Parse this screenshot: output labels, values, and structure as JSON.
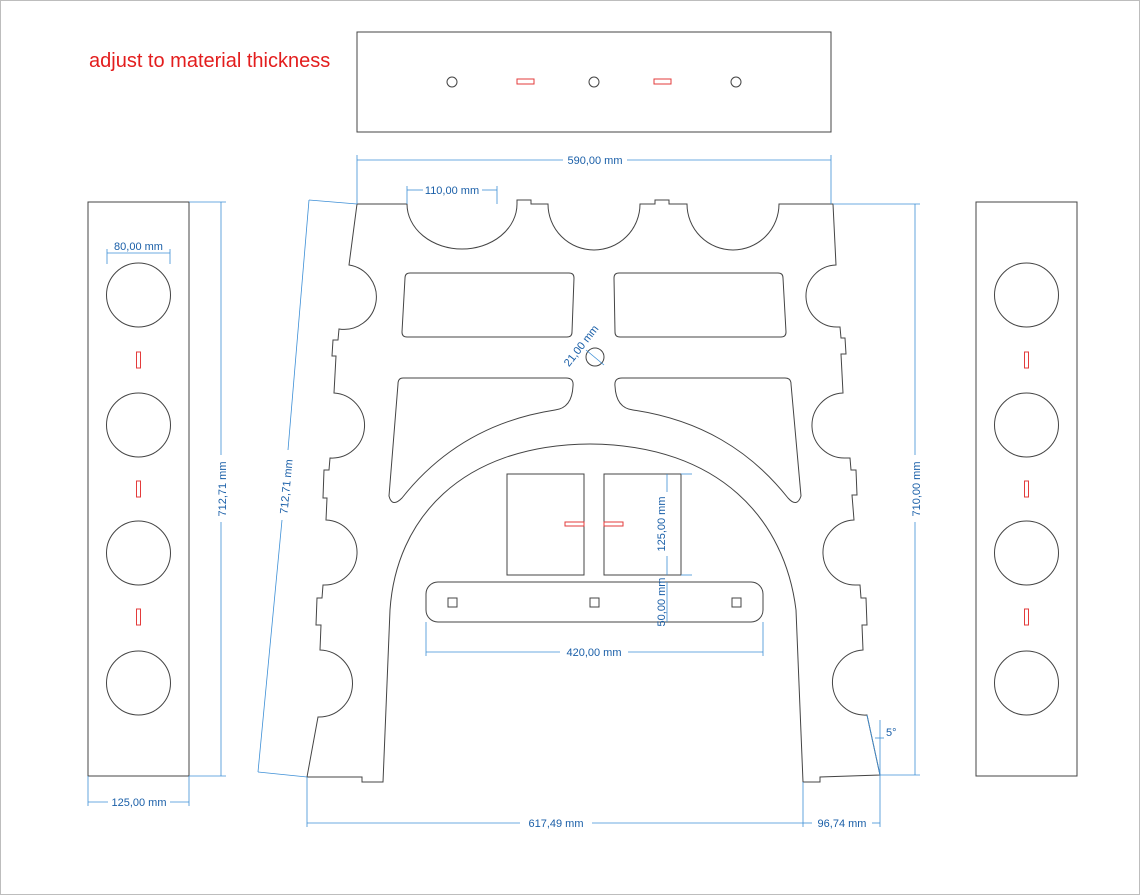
{
  "note": {
    "text": "adjust to material thickness",
    "color": "#e31d1d"
  },
  "colors": {
    "outline": "#444444",
    "slot": "#e33b3b",
    "dimension_line": "#3d8fd6",
    "dimension_text": "#1a5fa8"
  },
  "dimensions": {
    "top_width": "590,00 mm",
    "cup_width": "110,00 mm",
    "hole_diameter": "80,00 mm",
    "side_height": "712,71 mm",
    "side_width": "125,00 mm",
    "slant_length": "712,71 mm",
    "small_hole": "21,00 mm",
    "block_height": "125,00 mm",
    "bar_height": "50,00 mm",
    "bar_width": "420,00 mm",
    "frame_height": "710,00 mm",
    "bottom_width": "617,49 mm",
    "offset_width": "96,74 mm",
    "angle": "5°"
  }
}
